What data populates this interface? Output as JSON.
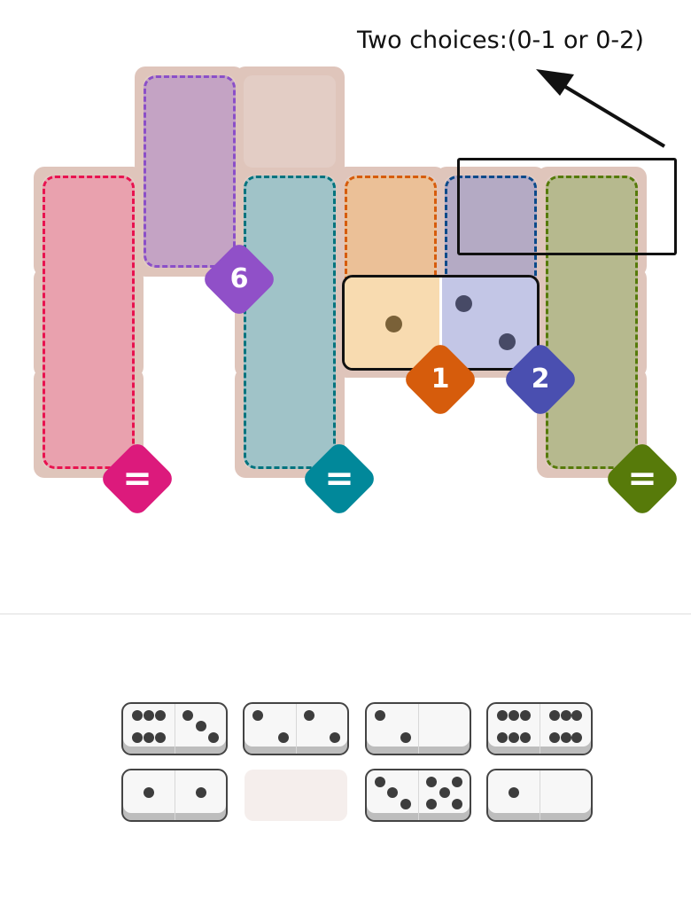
{
  "annotation": {
    "text": "Two choices:(0-1 or 0-2)",
    "color": "#111111"
  },
  "board": {
    "background_color": "#dfc5bb",
    "empty_cell_color": "#e3cdc5",
    "cells": [
      {
        "row": 0,
        "col": 1
      },
      {
        "row": 0,
        "col": 2
      },
      {
        "row": 1,
        "col": 0
      },
      {
        "row": 1,
        "col": 1
      },
      {
        "row": 1,
        "col": 2
      },
      {
        "row": 1,
        "col": 3
      },
      {
        "row": 1,
        "col": 4
      },
      {
        "row": 1,
        "col": 5
      },
      {
        "row": 2,
        "col": 0
      },
      {
        "row": 2,
        "col": 2
      },
      {
        "row": 2,
        "col": 3
      },
      {
        "row": 2,
        "col": 4
      },
      {
        "row": 2,
        "col": 5
      },
      {
        "row": 3,
        "col": 0
      },
      {
        "row": 3,
        "col": 2
      },
      {
        "row": 3,
        "col": 5
      }
    ],
    "regions": [
      {
        "name": "pink",
        "cells": [
          [
            1,
            0
          ],
          [
            2,
            0
          ],
          [
            3,
            0
          ]
        ],
        "constraint": "=",
        "fill": "#e9a1ae",
        "border": "#e8134f",
        "badge": "#dc1a7c"
      },
      {
        "name": "purple",
        "cells": [
          [
            0,
            1
          ],
          [
            1,
            1
          ]
        ],
        "constraint": "6",
        "fill": "#c4a3c4",
        "border": "#8b4fc8",
        "badge": "#9050c8"
      },
      {
        "name": "teal",
        "cells": [
          [
            1,
            2
          ],
          [
            2,
            2
          ],
          [
            3,
            2
          ]
        ],
        "constraint": "=",
        "fill": "#a0c3c8",
        "border": "#00737e",
        "badge": "#01889a"
      },
      {
        "name": "orange",
        "cells": [
          [
            1,
            3
          ],
          [
            2,
            3
          ]
        ],
        "constraint": "1",
        "fill": "#ebc097",
        "border": "#d65c0c",
        "badge": "#d65c0c"
      },
      {
        "name": "blue",
        "cells": [
          [
            1,
            4
          ],
          [
            2,
            4
          ]
        ],
        "constraint": "2",
        "fill": "#b4aac4",
        "border": "#0b4a8a",
        "badge": "#4a4fb0"
      },
      {
        "name": "green",
        "cells": [
          [
            1,
            5
          ],
          [
            2,
            5
          ],
          [
            3,
            5
          ]
        ],
        "constraint": "=",
        "fill": "#b6b98e",
        "border": "#567a0a",
        "badge": "#577a0a"
      }
    ],
    "placed_domino": {
      "cells": [
        [
          2,
          3
        ],
        [
          2,
          4
        ]
      ],
      "values": [
        1,
        2
      ],
      "left_color": "#f8dbb0",
      "right_color": "#c3c6e6"
    }
  },
  "tray": {
    "dominoes": [
      {
        "values": [
          6,
          3
        ],
        "placed": false
      },
      {
        "values": [
          2,
          2
        ],
        "placed": false
      },
      {
        "values": [
          2,
          0
        ],
        "placed": false
      },
      {
        "values": [
          6,
          6
        ],
        "placed": false
      },
      {
        "values": [
          1,
          1
        ],
        "placed": false
      },
      {
        "values": [
          1,
          2
        ],
        "placed": true
      },
      {
        "values": [
          3,
          5
        ],
        "placed": false
      },
      {
        "values": [
          1,
          0
        ],
        "placed": false
      }
    ]
  }
}
